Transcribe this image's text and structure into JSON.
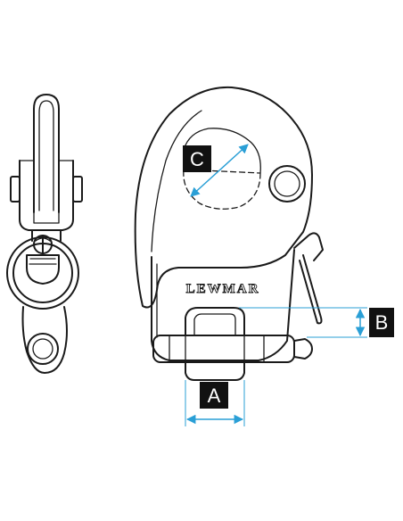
{
  "brand": "LEWMAR",
  "dimension_labels": {
    "a": "A",
    "b": "B",
    "c": "C"
  },
  "colors": {
    "dimension_line": "#2a9fd6",
    "label_box": "#111111",
    "outline": "#1a1a1a"
  }
}
